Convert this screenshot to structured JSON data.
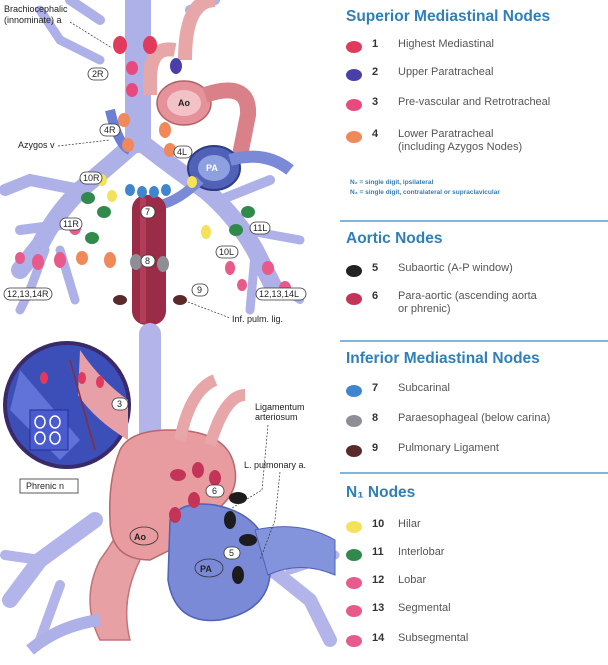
{
  "figure": {
    "labels": {
      "brachiocephalic": "Brachiocephalic\n(innominate) a",
      "azygos": "Azygos v",
      "ao_top": "Ao",
      "pa_top": "PA",
      "int_pulm_lig": "Inf. pulm. lig.",
      "ligamentum": "Ligamentum\narteriosum",
      "l_pulmonary": "L. pulmonary a.",
      "phrenic": "Phrenic n",
      "ao_bottom": "Ao",
      "pa_bottom": "PA"
    },
    "node_tags": {
      "n2r": "2R",
      "n4r": "4R",
      "n4l": "4L",
      "n10r": "10R",
      "n11r": "11R",
      "n12r": "12,13,14R",
      "n7": "7",
      "n8": "8",
      "n9": "9",
      "n10l": "10L",
      "n11l": "11L",
      "n12l": "12,13,14L",
      "n6": "6",
      "n5": "5",
      "n3": "3"
    }
  },
  "legend": {
    "sections": [
      {
        "title": "Superior Mediastinal Nodes",
        "items": [
          {
            "num": "1",
            "label": "Highest Mediastinal",
            "color": "#e23a5c"
          },
          {
            "num": "2",
            "label": "Upper Paratracheal",
            "color": "#4a3fa8"
          },
          {
            "num": "3",
            "label": "Pre-vascular and Retrotracheal",
            "color": "#e94a7d"
          },
          {
            "num": "4",
            "label": "Lower Paratracheal\n(including Azygos Nodes)",
            "color": "#f0885a"
          }
        ],
        "note": "N₂ = single digit, ipsilateral\nN₃ = single digit, contralateral or supraclavicular"
      },
      {
        "title": "Aortic Nodes",
        "items": [
          {
            "num": "5",
            "label": "Subaortic (A-P window)",
            "color": "#222222"
          },
          {
            "num": "6",
            "label": "Para-aortic (ascending aorta\nor phrenic)",
            "color": "#c43458"
          }
        ]
      },
      {
        "title": "Inferior Mediastinal Nodes",
        "items": [
          {
            "num": "7",
            "label": "Subcarinal",
            "color": "#3f86cf"
          },
          {
            "num": "8",
            "label": "Paraesophageal (below carina)",
            "color": "#8e8e96"
          },
          {
            "num": "9",
            "label": "Pulmonary Ligament",
            "color": "#5a2a2a"
          }
        ]
      },
      {
        "title": "N₁ Nodes",
        "items": [
          {
            "num": "10",
            "label": "Hilar",
            "color": "#f4e25a"
          },
          {
            "num": "11",
            "label": "Interlobar",
            "color": "#2f8a4c"
          },
          {
            "num": "12",
            "label": "Lobar",
            "color": "#e85a8a"
          },
          {
            "num": "13",
            "label": "Segmental",
            "color": "#e85a8a"
          },
          {
            "num": "14",
            "label": "Subsegmental",
            "color": "#e85a8a"
          }
        ]
      }
    ]
  }
}
